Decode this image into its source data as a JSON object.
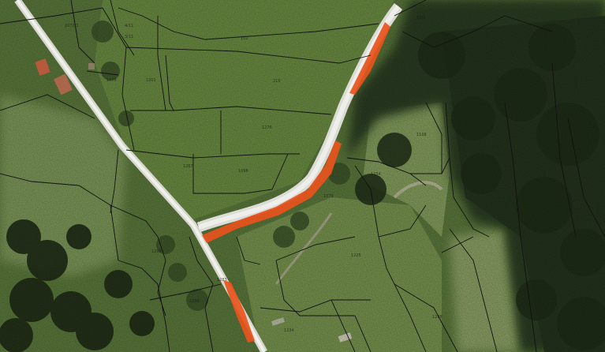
{
  "map": {
    "view": "satellite",
    "overlay": "cadastral parcel boundaries",
    "highlight_color": "#e8521c",
    "road_color": "#dcdcd6",
    "parcel_line_color": "#111111",
    "parcel_labels": [
      "1072/2",
      "4/11",
      "3/11",
      "102",
      "12/3",
      "1201",
      "210",
      "1276",
      "1267",
      "1098",
      "1108",
      "1225",
      "1296",
      "1283",
      "1288",
      "1076",
      "1256",
      "1079",
      "1254",
      "1234"
    ]
  }
}
